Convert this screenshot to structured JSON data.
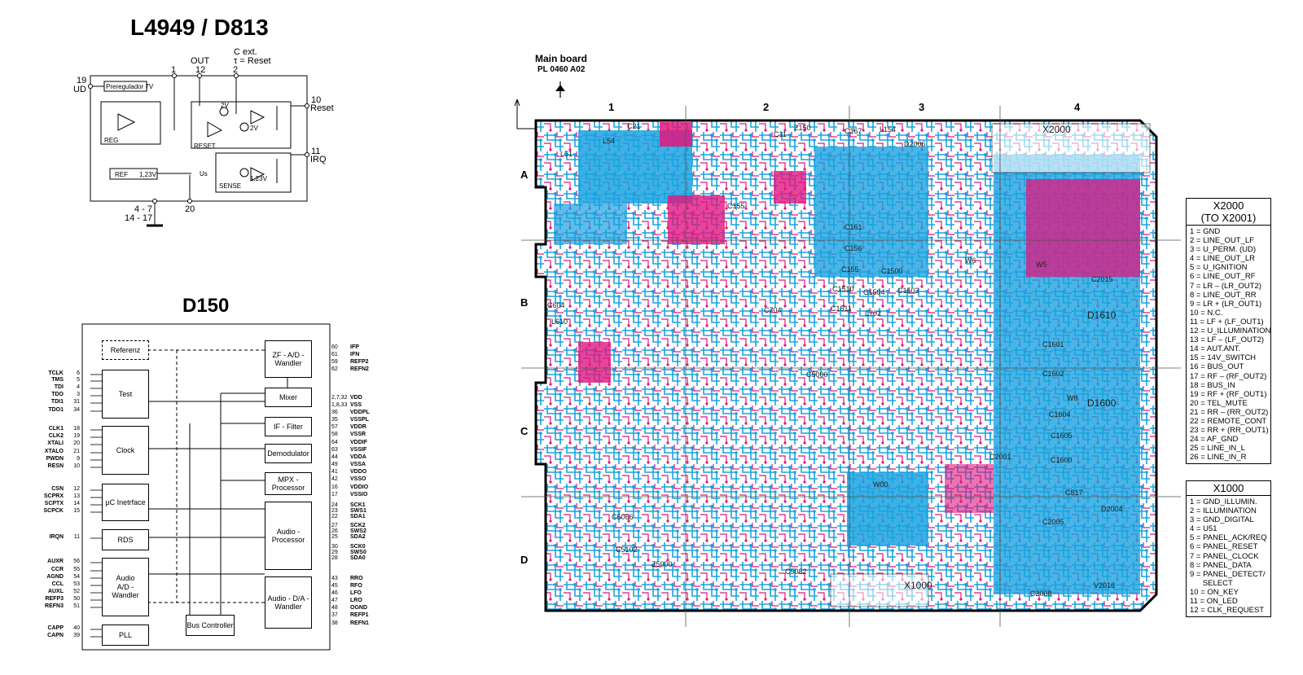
{
  "l4949": {
    "title": "L4949 / D813",
    "labels": {
      "cext": "C ext.",
      "tau": "τ = Reset",
      "out": "OUT",
      "pin12": "12",
      "pin2": "2",
      "pin1": "1",
      "pin19": "19",
      "ud": "UD",
      "pin10": "10",
      "reset": "Reset",
      "pin11": "11",
      "irq": "IRQ",
      "pins47": "4 - 7",
      "pins1417": "14 - 17",
      "pin20": "20",
      "prereg": "Preregulador 7V",
      "reg": "REG",
      "ref": "REF",
      "v123a": "1,23V",
      "resetblk": "RESET",
      "sense": "SENSE",
      "us": "Us",
      "v123b": "1,23V",
      "v2a": "2V",
      "v2b": "2V"
    }
  },
  "d150": {
    "title": "D150",
    "blocks": {
      "referenz": "Referenz",
      "test": "Test",
      "clock": "Clock",
      "uc": "µC Inetrface",
      "rds": "RDS",
      "audio_ad": "Audio\nA/D - Wandler",
      "pll": "PLL",
      "bus": "Bus Controller",
      "zf": "ZF - A/D -\nWandler",
      "mixer": "Mixer",
      "iffilter": "IF - Filter",
      "demod": "Demodulator",
      "mpx": "MPX -\nProcessor",
      "audioproc": "Audio -\nProcessor",
      "audioda": "Audio - D/A -\nWandler"
    },
    "left_pins": [
      {
        "name": "TCLK",
        "num": "6"
      },
      {
        "name": "TMS",
        "num": "5"
      },
      {
        "name": "TDI",
        "num": "4"
      },
      {
        "name": "TDO",
        "num": "3"
      },
      {
        "name": "TDI1",
        "num": "31"
      },
      {
        "name": "TDO1",
        "num": "34"
      },
      {
        "name": "CLK1",
        "num": "18"
      },
      {
        "name": "CLK2",
        "num": "19"
      },
      {
        "name": "XTALI",
        "num": "20"
      },
      {
        "name": "XTALO",
        "num": "21"
      },
      {
        "name": "PWDN",
        "num": "9"
      },
      {
        "name": "RESN",
        "num": "10"
      },
      {
        "name": "CSN",
        "num": "12"
      },
      {
        "name": "SCPRX",
        "num": "13"
      },
      {
        "name": "SCPTX",
        "num": "14"
      },
      {
        "name": "SCPCK",
        "num": "15"
      },
      {
        "name": "IRQN",
        "num": "11"
      },
      {
        "name": "AUXR",
        "num": "56"
      },
      {
        "name": "CCR",
        "num": "55"
      },
      {
        "name": "AGND",
        "num": "54"
      },
      {
        "name": "CCL",
        "num": "53"
      },
      {
        "name": "AUXL",
        "num": "52"
      },
      {
        "name": "REFP3",
        "num": "50"
      },
      {
        "name": "REFN3",
        "num": "51"
      },
      {
        "name": "CAPP",
        "num": "40"
      },
      {
        "name": "CAPN",
        "num": "39"
      }
    ],
    "right_pins": [
      {
        "num": "60",
        "name": "IFP"
      },
      {
        "num": "61",
        "name": "IFN"
      },
      {
        "num": "59",
        "name": "REFP2"
      },
      {
        "num": "62",
        "name": "REFN2"
      },
      {
        "num": "2,7,32",
        "name": "VDD"
      },
      {
        "num": "1,8,33",
        "name": "VSS"
      },
      {
        "num": "36",
        "name": "VDDPL"
      },
      {
        "num": "35",
        "name": "VSSPL"
      },
      {
        "num": "57",
        "name": "VDDR"
      },
      {
        "num": "58",
        "name": "VSSR"
      },
      {
        "num": "64",
        "name": "VDDIF"
      },
      {
        "num": "63",
        "name": "VSSIF"
      },
      {
        "num": "44",
        "name": "VDDA"
      },
      {
        "num": "49",
        "name": "VSSA"
      },
      {
        "num": "41",
        "name": "VDDO"
      },
      {
        "num": "42",
        "name": "VSSO"
      },
      {
        "num": "16",
        "name": "VDDIO"
      },
      {
        "num": "17",
        "name": "VSSIO"
      },
      {
        "num": "24",
        "name": "SCK1"
      },
      {
        "num": "23",
        "name": "SWS1"
      },
      {
        "num": "22",
        "name": "SDA1"
      },
      {
        "num": "27",
        "name": "SCK2"
      },
      {
        "num": "26",
        "name": "SWS2"
      },
      {
        "num": "25",
        "name": "SDA2"
      },
      {
        "num": "30",
        "name": "SCK0"
      },
      {
        "num": "29",
        "name": "SWS0"
      },
      {
        "num": "28",
        "name": "SDA0"
      },
      {
        "num": "43",
        "name": "RRO"
      },
      {
        "num": "45",
        "name": "RFO"
      },
      {
        "num": "46",
        "name": "LFO"
      },
      {
        "num": "47",
        "name": "LRO"
      },
      {
        "num": "48",
        "name": "OGND"
      },
      {
        "num": "37",
        "name": "REFP1"
      },
      {
        "num": "38",
        "name": "REFN1"
      }
    ]
  },
  "board": {
    "title": "Main board",
    "code": "PL 0460 A02",
    "columns": [
      "1",
      "2",
      "3",
      "4"
    ],
    "rows": [
      "A",
      "B",
      "C",
      "D"
    ],
    "labels": [
      "X2000",
      "D1610",
      "D1600",
      "X1000",
      "W00",
      "Z5000",
      "C21",
      "L54",
      "L51",
      "C11",
      "Z150",
      "C167",
      "L154",
      "D2006",
      "C155",
      "C161",
      "C156",
      "C155",
      "C1500",
      "C1504",
      "C1503",
      "C1510",
      "C1511",
      "L702",
      "C704",
      "C604",
      "L610",
      "C5000",
      "C1601",
      "C1602",
      "C1604",
      "C1605",
      "W6",
      "W5",
      "W8",
      "C2015",
      "V2016",
      "C5066",
      "C5102",
      "C5082",
      "C2005",
      "D2004",
      "C817",
      "C2008",
      "C1600",
      "C2001"
    ]
  },
  "x2000": {
    "title": "X2000",
    "subtitle": "(TO X2001)",
    "items": [
      "1 = GND",
      "2 = LINE_OUT_LF",
      "3 = U_PERM. (UD)",
      "4 = LINE_OUT_LR",
      "5 = U_IGNITION",
      "6 = LINE_OUT_RF",
      "7 = LR – (LR_OUT2)",
      "8 = LINE_OUT_RR",
      "9 = LR + (LR_OUT1)",
      "10 = N.C.",
      "11 = LF + (LF_OUT1)",
      "12 = U_ILLUMINATION",
      "13 = LF – (LF_OUT2)",
      "14 = AUT.ANT.",
      "15 = 14V_SWITCH",
      "16 = BUS_OUT",
      "17 = RF – (RF_OUT2)",
      "18 = BUS_IN",
      "19 = RF + (RF_OUT1)",
      "20 = TEL_MUTE",
      "21 = RR – (RR_OUT2)",
      "22 = REMOTE_CONT",
      "23 = RR + (RR_OUT1)",
      "24 = AF_GND",
      "25 = LINE_IN_L",
      "26 = LINE_IN_R"
    ]
  },
  "x1000": {
    "title": "X1000",
    "items": [
      "1 = GND_ILLUMIN.",
      "2 = ILLUMINATION",
      "3 = GND_DIGITAL",
      "4 = U51",
      "5 = PANEL_ACK/REQ",
      "6 = PANEL_RESET",
      "7 = PANEL_CLOCK",
      "8 = PANEL_DATA",
      "9 = PANEL_DETECT/\n      SELECT",
      "10 = ON_KEY",
      "11 = ON_LED",
      "12 = CLK_REQUEST"
    ]
  }
}
